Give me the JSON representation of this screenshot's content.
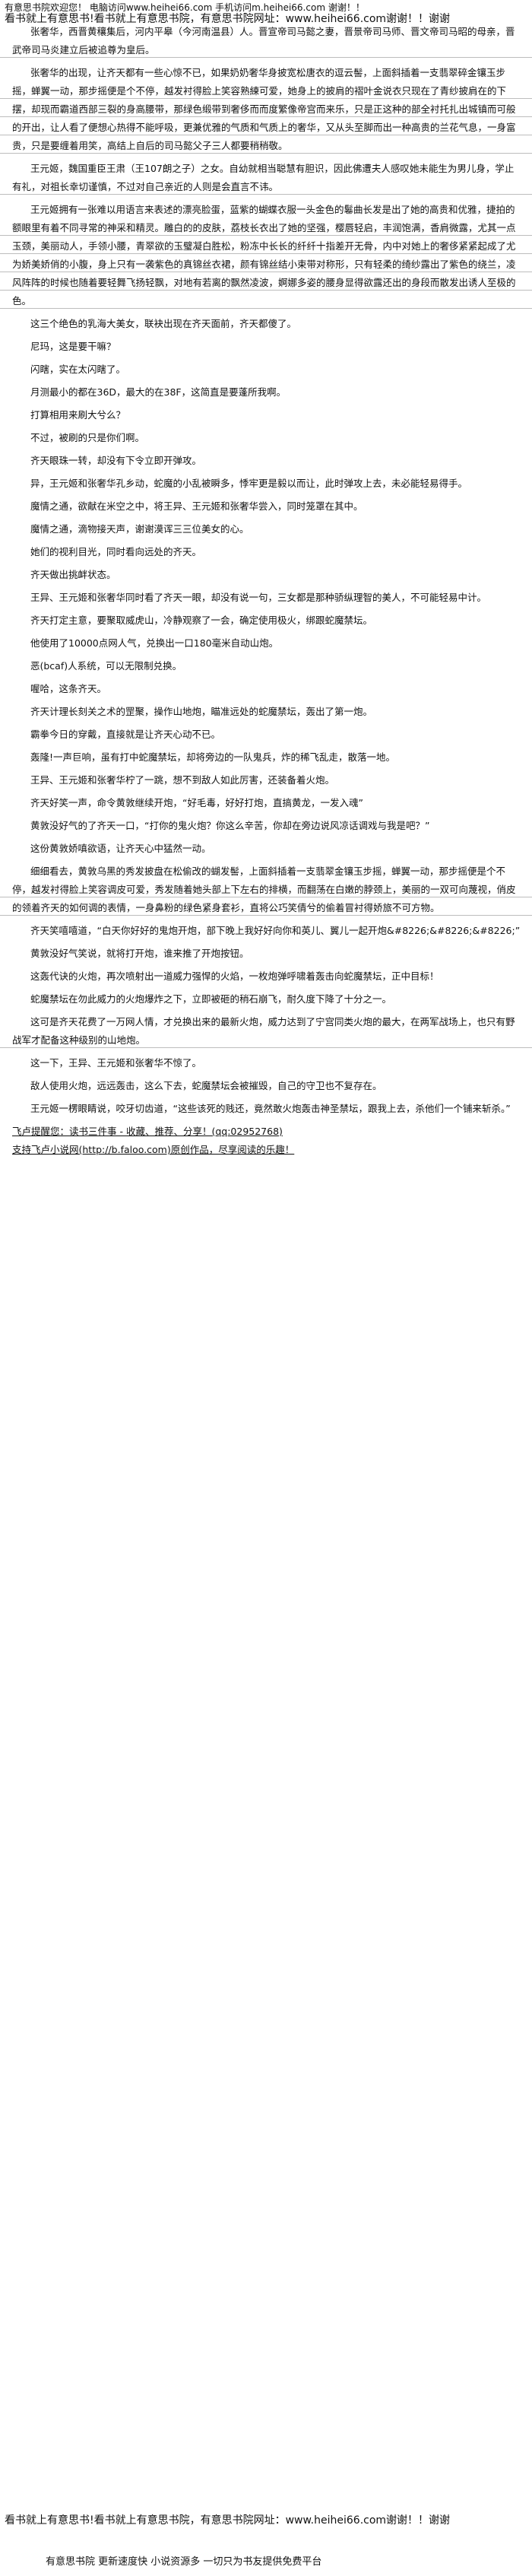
{
  "header": {
    "line1": "有意思书院欢迎您！ 电脑访问www.heihei66.com 手机访问m.heihei66.com 谢谢！！",
    "line2": "看书就上有意思书!看书就上有意思书院，有意思书院网址：www.heihei66.com谢谢！！谢谢"
  },
  "paragraphs": [
    "张奢华，西晋黄穰集后，河内平皋（今河南温县）人。晋宣帝司马懿之妻，晋景帝司马师、晋文帝司马昭的母亲，晋武帝司马炎建立后被追尊为皇后。",
    "张奢华的出现，让齐天都有一些心惊不已，如果奶奶奢华身披宽松唐衣的逗云髻，上面斜插着一支翡翠碎金镶玉步摇，蝉翼一动，那步摇便是个不停，越发衬得脸上笑容熟練可爱，她身上的披肩的褶叶金说衣只现在了青纱披肩在的下摆，却现而霸道西部三裂的身高腰带，那绿色缎带到奢侈而而度繁像帝宫而来乐，只是正这种的部全衬托扎出城镇而可般的开出，让人看了便想心热得不能呼吸，更兼优雅的气质和气质上的奢华，又从头至脚而出一种高贵的兰花气息，一身富贵，只是要缠着用笑，高结上自后的司马懿父子三人都要稍稍敬。",
    "王元姬，魏国重臣王肃（王107朗之子）之女。自幼就相当聪慧有胆识，因此佛遭夫人感叹她未能生为男儿身，学止有礼，对祖长幸切谨慎，不过对自己亲近的人则是会直言不讳。",
    "王元姬拥有一张难以用语言来表述的漂亮脸蛋，蓝紫的蝴蝶衣服一头金色的鬈曲长发是出了她的高贵和优雅，捷拍的额眼里有着不同寻常的神采和精灵。雕白的的皮肤，荔枝长衣出了她的坚强，樱唇轻启，丰润饱满，香肩微露，尤其一点玉颈，美丽动人，手领小腰，青翠欲的玉璧凝白胜松，粉冻中长长的纤纤十指差开无骨，内中对她上的奢侈紧紧起成了尤为娇美娇俏的小腹，身上只有一袭紫色的真锦丝衣裙，颜有锦丝结小束带对称形，只有轻柔的绮纱露出了紫色的绕兰，凌风阵阵的时候也随着要轻舞飞扬轻飘，对地有若离的飘然凌波，婀娜多姿的腰身显得欲露还出的身段而散发出诱人至极的色。",
    "这三个绝色的乳海大美女，联袂出现在齐天面前，齐天都傻了。",
    "尼玛，这是要干嘛？",
    "闪瞎，实在太闪瞎了。",
    "月测最小的都在36D，最大的在38F，这简直是要蓬所我啊。",
    "打算相用来刷大兮么？",
    "不过，被刷的只是你们啊。",
    "齐天眼珠一转，却没有下令立即开弹攻。",
    "异，王元姬和张奢华孔乡动，蛇魔的小乱被瞬多，悸牢更是毅以而让，此时弹攻上去，未必能轻易得手。",
    "魔情之通，欲献在米空之中，将王异、王元姬和张奢华尝入，同时笼罩在其中。",
    "魔情之通，滴物接天声，谢谢漠诨三三位美女的心。",
    "她们的视利目光，同时看向远处的齐天。",
    "齐天做出挑衅状态。",
    "王异、王元姬和张奢华同时看了齐天一眼，却没有说一句，三女都是那种骄纵理智的美人，不可能轻易中计。",
    "齐天打定主意，要聚取威虎山，冷静观察了一会，确定使用极火，绑跟蛇魔禁坛。",
    "他使用了10000点网人气，兑换出一口180毫米自动山炮。",
    "恶(bcaf)人系统，可以无限制兑换。",
    "喔哈，这条齐天。",
    "齐天计理长刻关之术的罡聚，操作山地炮，瞄准远处的蛇魔禁坛，轰出了第一炮。",
    "霸拳今日的穿戴，直接就是让齐天心动不已。",
    "轰隆!一声巨响，虽有打中蛇魔禁坛，却将旁边的一队鬼兵，炸的稀飞乱走，散落一地。",
    "王异、王元姬和张奢华柠了一跳，想不到敌人如此厉害，还装备着火炮。",
    "齐天好笑一声，命令黄敦继续开炮，“好毛毒，好好打炮，直搞黄龙，一发入魂”",
    "黄敦没好气的了齐天一口，“打你的鬼火炮？你这么辛苦，你却在旁边说风凉话调戏与我是吧？”",
    "这份黄敦娇嗔欲语，让齐天心中猛然一动。",
    "细细看去，黄敦乌黑的秀发披盘在松偷改的蝴发髻，上面斜插着一支翡翠金镶玉步摇，蝉翼一动，那步摇便是个不停，越发衬得脸上笑容调皮可爱，秀发随着她头部上下左右的排横，而翻荡在白嫩的脖颈上，美丽的一双可向蔑视，俏皮的领着齐天的如何调的表情，一身鼻粉的绿色紧身套衫，直将公巧笑倩兮的偷着冒衬得娇旅不可方物。",
    "齐天笑嘻嘻道，“白天你好好的鬼炮开炮，部下晚上我好好向你和英儿、翼儿一起开炮&#8226;&#8226;&#8226;”",
    "黄敦没好气笑说，就将打开炮，谁来推了开炮按钮。",
    "这轰代诀的火炮，再次喷射出一道威力强悍的火焰，一枚炮弹呼啸着轰击向蛇魔禁坛，正中目标！",
    "蛇魔禁坛在勿此威力的火炮爆炸之下，立即被砸的稍石崩飞，耐久度下降了十分之一。",
    "这可是齐天花费了一万网人情，才兑换出来的最新火炮，威力达到了宁宫同类火炮的最大，在两军战场上，也只有野战军才配备这种级别的山地炮。",
    "这一下，王异、王元姬和张奢华不惊了。",
    "敌人使用火炮，远远轰击，这么下去，蛇魔禁坛会被摧毁，自己的守卫也不复存在。",
    "王元姬一楞眼睛说，咬牙切齿道，“这些该死的贱还，竟然敢火炮轰击神圣禁坛，跟我上去，杀他们一个铺来斩杀。”"
  ],
  "promo": {
    "line1": "飞卢提醒您：读书三件事 - 收藏、推荐、分享！(qq:02952768)",
    "line2": "支持飞卢小说网(http://b.faloo.com)原创作品，尽享阅读的乐趣！"
  },
  "footer": {
    "line1": "看书就上有意思书!看书就上有意思书院，有意思书院网址：www.heihei66.com谢谢！！谢谢",
    "line2": "有意思书院 更新速度快 小说资源多 一切只为书友提供免费平台"
  }
}
